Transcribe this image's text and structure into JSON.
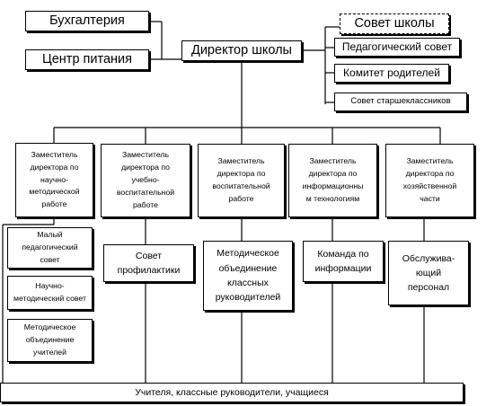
{
  "top": {
    "accounting": "Бухгалтерия",
    "food_center": "Центр питания",
    "director": "Директор школы",
    "school_council": "Совет школы",
    "pedagogical_council": "Педагогический совет",
    "parents_committee": "Комитет родителей",
    "senior_students_council": "Совет старшеклассников"
  },
  "deputies": [
    "Заместитель\nдиректора по\nнаучно-\nметодической\nработе",
    "Заместитель\nдиректора по\nучебно-\nвоспитательной\nработе",
    "Заместитель\nдиректора по\nвоспитательной\nработе",
    "Заместитель\nдиректора по\nинформационны\nм технологиям",
    "Заместитель\nдиректора по\nхозяйственной\nчасти"
  ],
  "left_units": [
    "Малый\nпедагогический\nсовет",
    "Научно-\nметодический совет",
    "Методическое\nобъединение\nучителей"
  ],
  "units": [
    "Совет\nпрофилактики",
    "Методическое\nобъединение\nклассных\nруководителей",
    "Команда по\nинформации",
    "Обслужива-\nющий\nперсонал"
  ],
  "bottom": "Учителя, классные руководители, учащиеся"
}
